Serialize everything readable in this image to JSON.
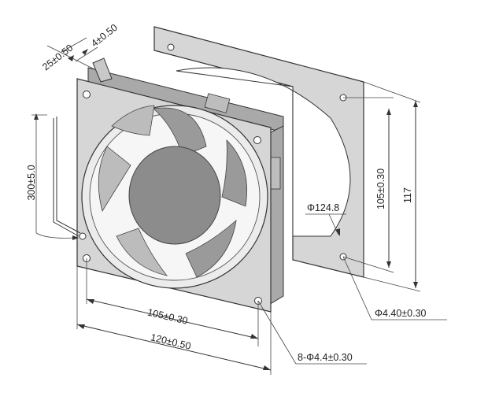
{
  "dimensions": {
    "depth": "25±0.50",
    "flange": "4±0.50",
    "cable_length": "300±5.0",
    "inner_hole_spacing_h": "105±0.30",
    "outer_width": "120±0.50",
    "inner_hole_spacing_v": "105±0.30",
    "outer_height": "117",
    "opening_diameter": "Φ124.8",
    "gasket_hole": "Φ4.40±0.30",
    "mount_holes": "8-Φ4.4±0.30"
  }
}
